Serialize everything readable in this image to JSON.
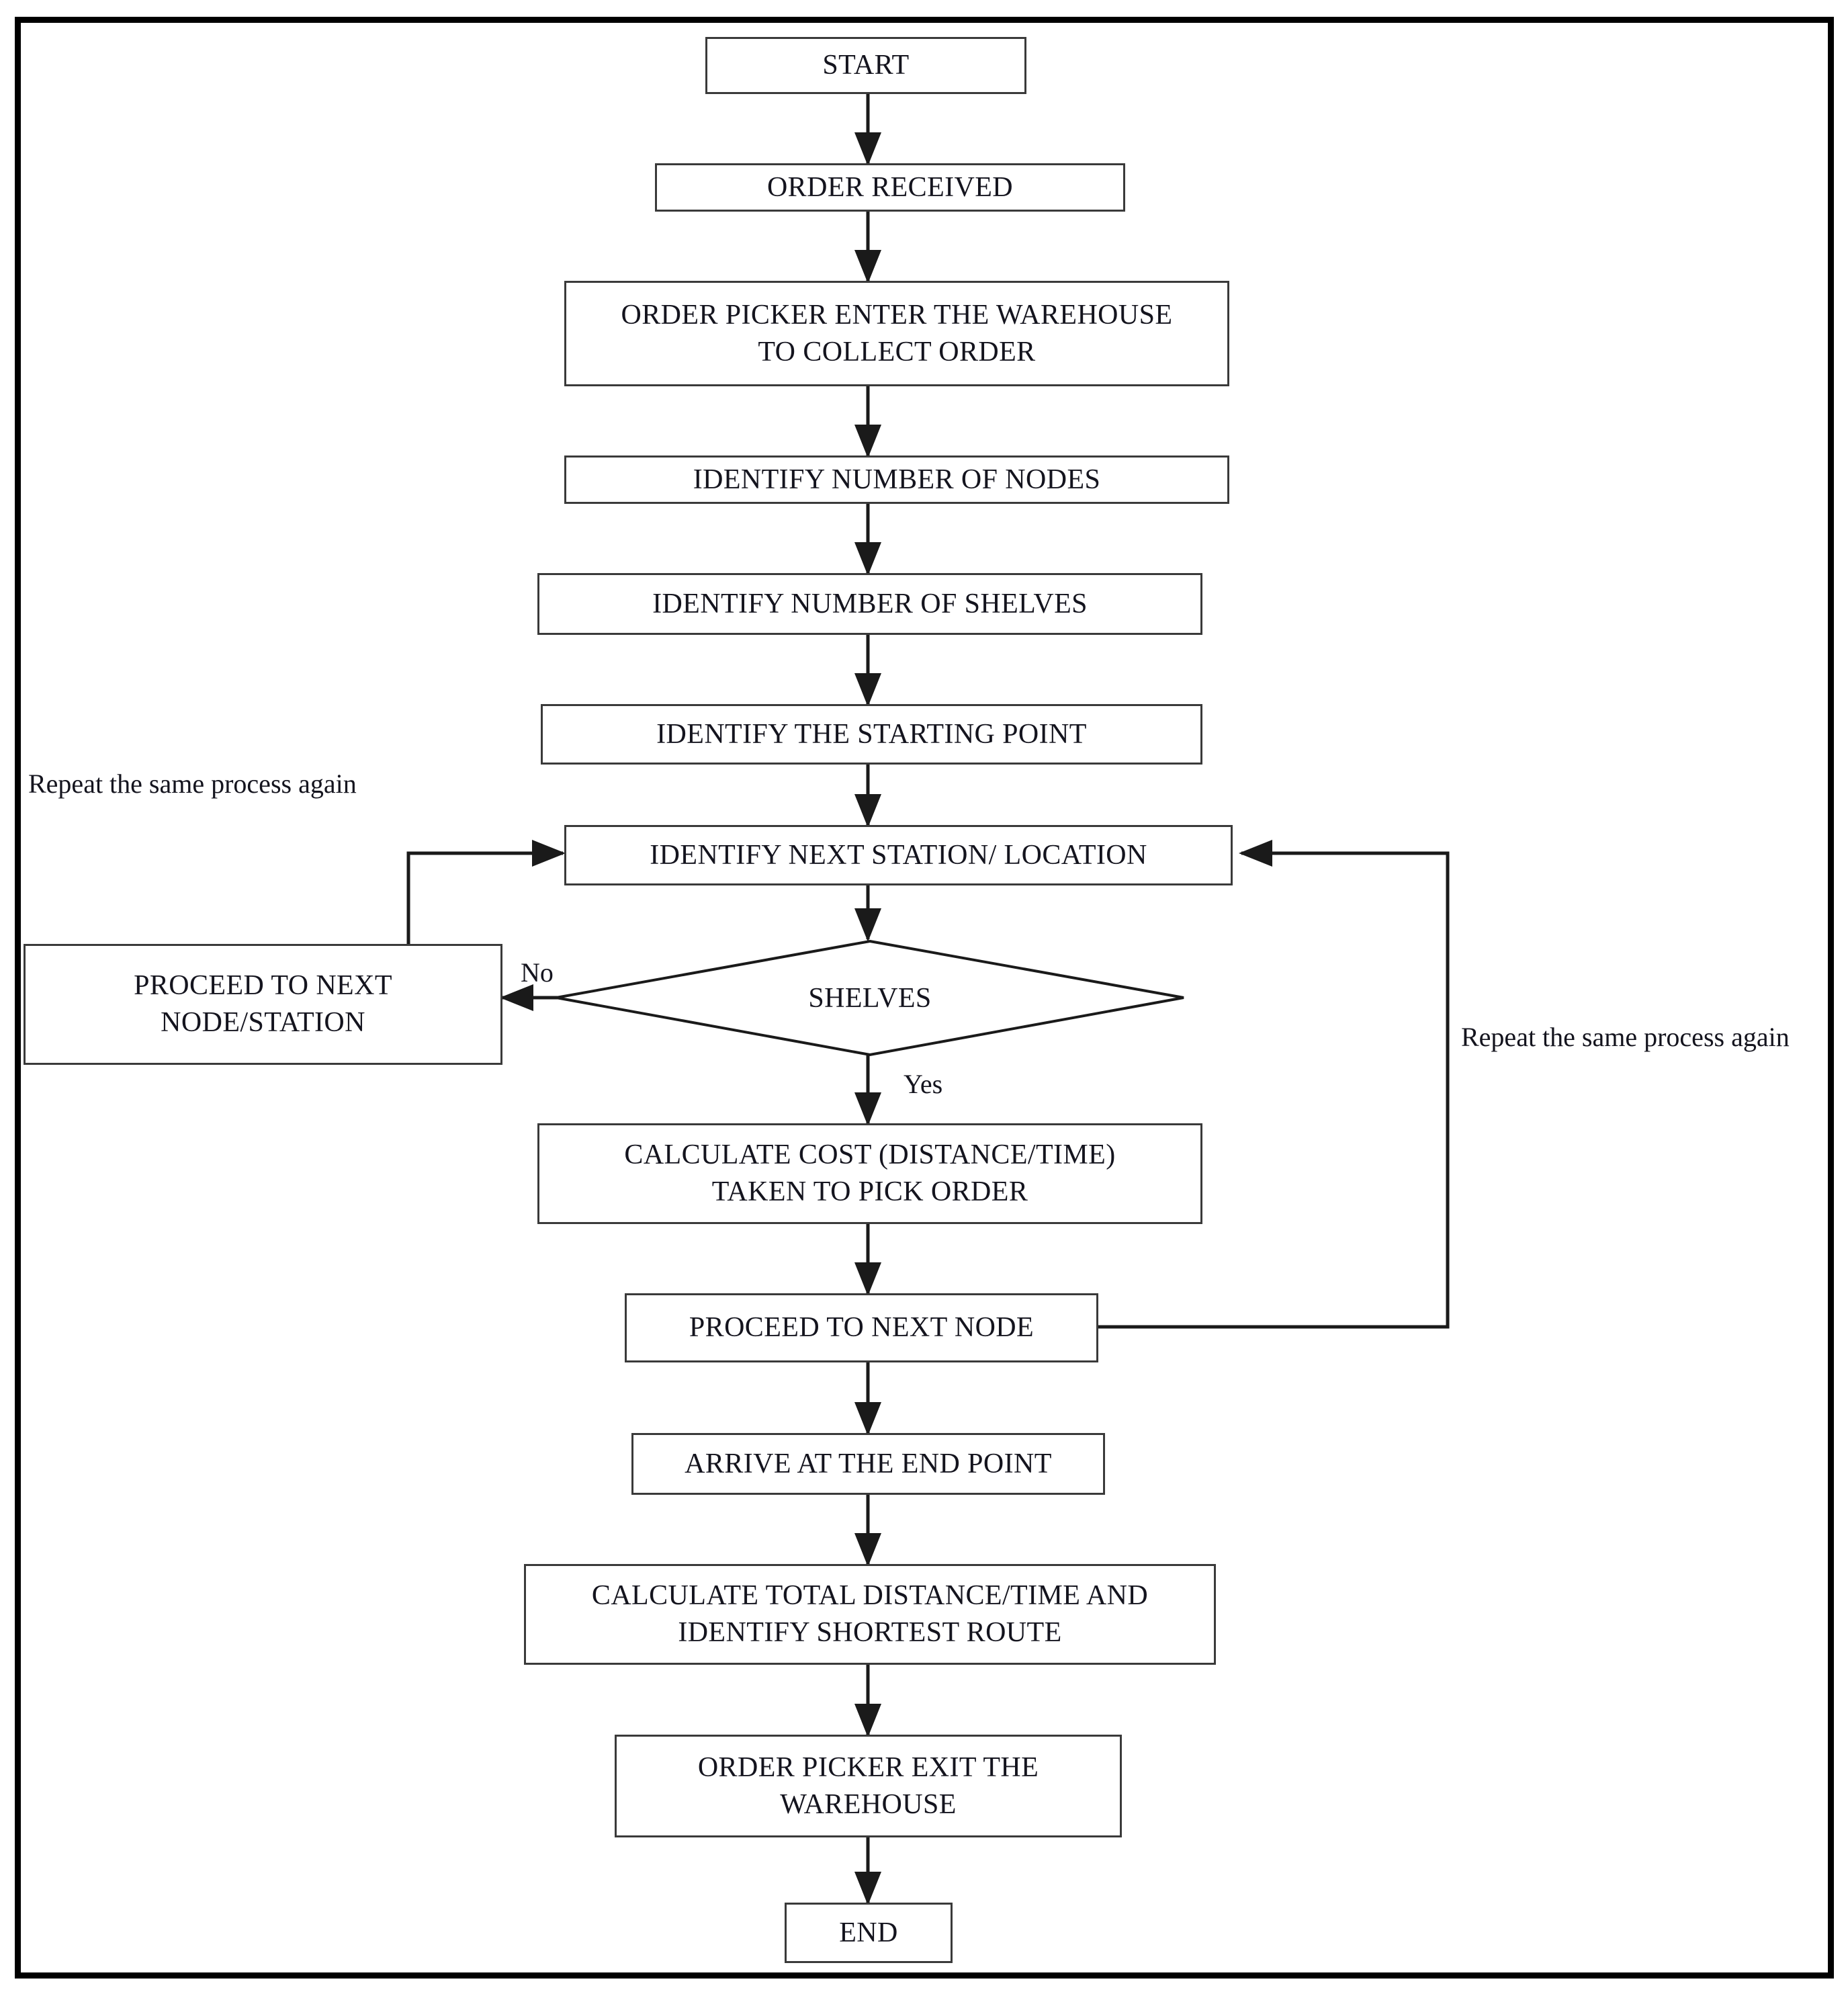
{
  "diagram": {
    "type": "flowchart",
    "title": "",
    "nodes": [
      {
        "id": "start",
        "shape": "process",
        "label": "START"
      },
      {
        "id": "order_recv",
        "shape": "process",
        "label": "ORDER RECEIVED"
      },
      {
        "id": "picker_enter",
        "shape": "process",
        "label": "ORDER PICKER ENTER THE WAREHOUSE TO COLLECT ORDER"
      },
      {
        "id": "id_nodes",
        "shape": "process",
        "label": "IDENTIFY NUMBER OF NODES"
      },
      {
        "id": "id_shelves",
        "shape": "process",
        "label": "IDENTIFY NUMBER OF SHELVES"
      },
      {
        "id": "id_start_pt",
        "shape": "process",
        "label": "IDENTIFY THE STARTING POINT"
      },
      {
        "id": "id_next_stn",
        "shape": "process",
        "label": "IDENTIFY NEXT STATION/ LOCATION"
      },
      {
        "id": "shelves_q",
        "shape": "decision",
        "label": "SHELVES"
      },
      {
        "id": "proceed_ns",
        "shape": "process",
        "label": "PROCEED TO NEXT NODE/STATION"
      },
      {
        "id": "calc_cost",
        "shape": "process",
        "label": "CALCULATE COST (DISTANCE/TIME) TAKEN TO PICK ORDER"
      },
      {
        "id": "proceed_node",
        "shape": "process",
        "label": "PROCEED TO NEXT NODE"
      },
      {
        "id": "arrive_end",
        "shape": "process",
        "label": "ARRIVE AT THE END POINT"
      },
      {
        "id": "calc_total",
        "shape": "process",
        "label": "CALCULATE TOTAL DISTANCE/TIME AND IDENTIFY SHORTEST ROUTE"
      },
      {
        "id": "picker_exit",
        "shape": "process",
        "label": "ORDER PICKER EXIT THE WAREHOUSE"
      },
      {
        "id": "end",
        "shape": "process",
        "label": "END"
      }
    ],
    "node_lines": {
      "start": [
        "START"
      ],
      "order_recv": [
        "ORDER RECEIVED"
      ],
      "picker_enter": [
        "ORDER PICKER ENTER THE WAREHOUSE",
        "TO COLLECT ORDER"
      ],
      "id_nodes": [
        "IDENTIFY NUMBER OF NODES"
      ],
      "id_shelves": [
        "IDENTIFY NUMBER OF SHELVES"
      ],
      "id_start_pt": [
        "IDENTIFY THE STARTING POINT"
      ],
      "id_next_stn": [
        "IDENTIFY NEXT STATION/ LOCATION"
      ],
      "shelves_q": [
        "SHELVES"
      ],
      "proceed_ns": [
        "PROCEED TO NEXT",
        "NODE/STATION"
      ],
      "calc_cost": [
        "CALCULATE COST (DISTANCE/TIME)",
        "TAKEN TO PICK ORDER"
      ],
      "proceed_node": [
        "PROCEED TO NEXT NODE"
      ],
      "arrive_end": [
        "ARRIVE AT THE END POINT"
      ],
      "calc_total": [
        "CALCULATE TOTAL DISTANCE/TIME AND",
        "IDENTIFY SHORTEST ROUTE"
      ],
      "picker_exit": [
        "ORDER PICKER EXIT THE",
        "WAREHOUSE"
      ],
      "end": [
        "END"
      ]
    },
    "edge_labels": {
      "decision_no": "No",
      "decision_yes": "Yes"
    },
    "annotations": {
      "left_loop_note": "Repeat the same process again",
      "right_loop_note": "Repeat the same process again"
    },
    "edges": [
      {
        "from": "start",
        "to": "order_recv",
        "label": ""
      },
      {
        "from": "order_recv",
        "to": "picker_enter",
        "label": ""
      },
      {
        "from": "picker_enter",
        "to": "id_nodes",
        "label": ""
      },
      {
        "from": "id_nodes",
        "to": "id_shelves",
        "label": ""
      },
      {
        "from": "id_shelves",
        "to": "id_start_pt",
        "label": ""
      },
      {
        "from": "id_start_pt",
        "to": "id_next_stn",
        "label": ""
      },
      {
        "from": "id_next_stn",
        "to": "shelves_q",
        "label": ""
      },
      {
        "from": "shelves_q",
        "to": "proceed_ns",
        "label": "No"
      },
      {
        "from": "shelves_q",
        "to": "calc_cost",
        "label": "Yes"
      },
      {
        "from": "proceed_ns",
        "to": "id_next_stn",
        "label": "Repeat the same process again"
      },
      {
        "from": "calc_cost",
        "to": "proceed_node",
        "label": ""
      },
      {
        "from": "proceed_node",
        "to": "id_next_stn",
        "label": "Repeat the same process again"
      },
      {
        "from": "proceed_node",
        "to": "arrive_end",
        "label": ""
      },
      {
        "from": "arrive_end",
        "to": "calc_total",
        "label": ""
      },
      {
        "from": "calc_total",
        "to": "picker_exit",
        "label": ""
      },
      {
        "from": "picker_exit",
        "to": "end",
        "label": ""
      }
    ],
    "colors": {
      "page_background": "#ffffff",
      "frame_border": "#000000",
      "node_border": "#3a3a3a",
      "node_fill": "#ffffff",
      "text": "#14141e",
      "connector": "#1a1a1a"
    }
  }
}
